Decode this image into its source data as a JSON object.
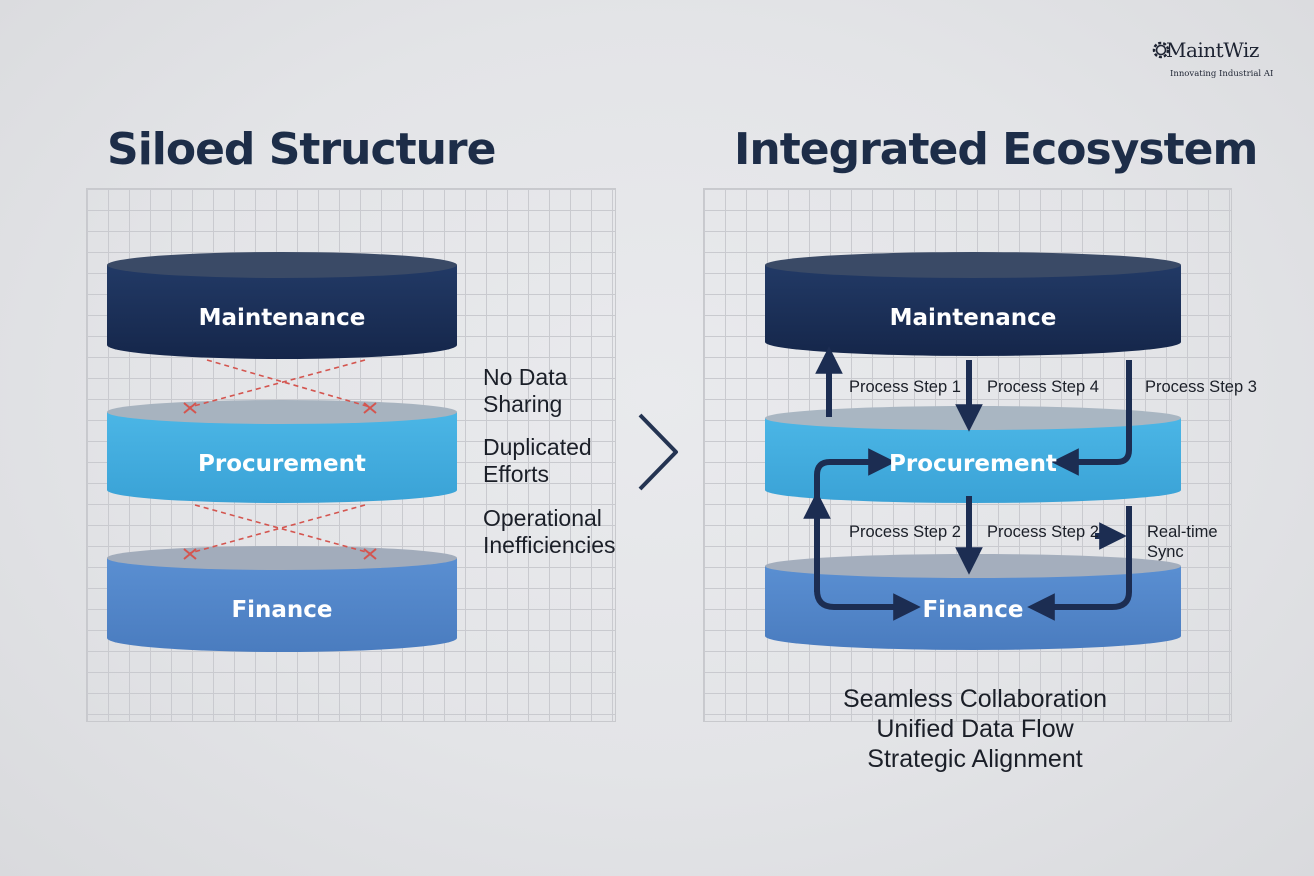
{
  "logo": {
    "name": "MaintWiz",
    "tagline": "Innovating Industrial AI"
  },
  "left_panel": {
    "title": "Siloed Structure",
    "layers": {
      "top": "Maintenance",
      "middle": "Procurement",
      "bottom": "Finance"
    },
    "issues": [
      "No Data Sharing",
      "Duplicated Efforts",
      "Operational Inefficiencies"
    ]
  },
  "right_panel": {
    "title": "Integrated Ecosystem",
    "layers": {
      "top": "Maintenance",
      "middle": "Procurement",
      "bottom": "Finance"
    },
    "flows": {
      "step_1": "Process Step 1",
      "step_4": "Process Step 4",
      "step_3": "Process Step 3",
      "step_2_left": "Process Step 2",
      "step_2_right": "Process Step 2",
      "realtime_line1": "Real-time",
      "realtime_line2": "Sync"
    },
    "benefits": [
      "Seamless Collaboration",
      "Unified Data Flow",
      "Strategic Alignment"
    ]
  },
  "colors": {
    "maintenance": "#1b2f55",
    "procurement": "#44afe0",
    "finance": "#4f84c8",
    "title": "#1d2d48",
    "arrow": "#1c2d52",
    "cross": "#d4554f"
  },
  "icons": {
    "logo": "gear-icon",
    "divider": "chevron-right-icon"
  }
}
